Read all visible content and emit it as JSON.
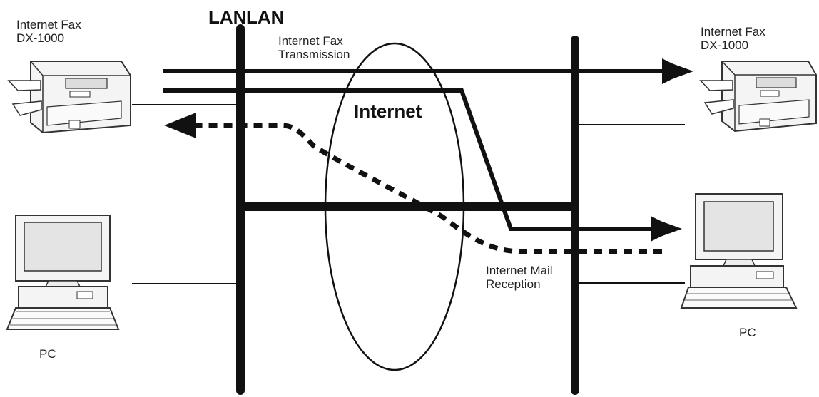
{
  "labels": {
    "left_fax_line1": "Internet Fax",
    "left_fax_line2": "DX-1000",
    "right_fax_line1": "Internet Fax",
    "right_fax_line2": "DX-1000",
    "lan_left": "LAN",
    "lan_right": "LAN",
    "transmission_line1": "Internet Fax",
    "transmission_line2": "Transmission",
    "internet": "Internet",
    "reception_line1": "Internet Mail",
    "reception_line2": "Reception",
    "pc_left": "PC",
    "pc_right": "PC"
  },
  "colors": {
    "line": "#111111",
    "device_outline": "#333333",
    "device_fill": "#f4f4f4",
    "screen_fill": "#e4e4e4"
  },
  "icons": {
    "left_fax": "fax-machine-icon",
    "right_fax": "fax-machine-icon",
    "left_pc": "desktop-pc-icon",
    "right_pc": "desktop-pc-icon"
  }
}
